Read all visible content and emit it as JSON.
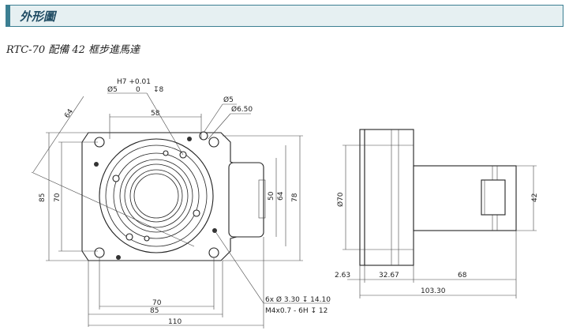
{
  "header": {
    "title": "外形圖"
  },
  "subtitle": "RTC-70 配備 42 框步進馬達",
  "front_view": {
    "dims": {
      "d58": "58",
      "d64": "64",
      "d85_left": "85",
      "d70_left": "70",
      "d50": "50",
      "d64_right": "64",
      "d78": "78",
      "d70_bottom": "70",
      "d85_bottom": "85",
      "d110": "110"
    },
    "callouts": {
      "pin_line1": "H7 +0.01",
      "pin_line2a": "Ø5",
      "pin_line2b": "0",
      "pin_line2c": "↧8",
      "hole_a": "Ø5",
      "hole_b": "Ø6.50",
      "holes_line1": "6x Ø 3.30 ↧ 14.10",
      "holes_line2": "M4x0.7 - 6H ↧ 12"
    }
  },
  "side_view": {
    "dims": {
      "d70": "Ø70",
      "d42": "42",
      "d263": "2.63",
      "d3267": "32.67",
      "d68": "68",
      "d10330": "103.30"
    }
  }
}
